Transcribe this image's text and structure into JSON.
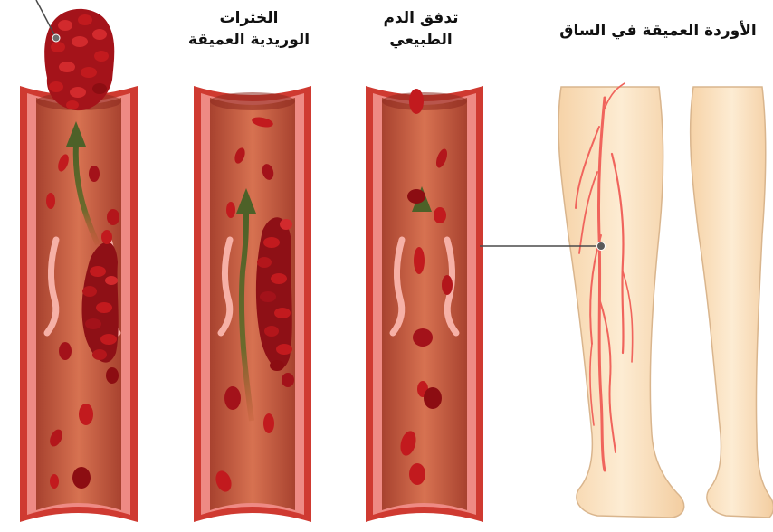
{
  "labels": {
    "dvt": [
      "الخثرات",
      "الوريدية العميقة"
    ],
    "normal_flow": [
      "تدفق الدم",
      "الطبيعي"
    ],
    "leg_veins": "الأوردة العميقة في الساق"
  },
  "colors": {
    "vessel_wall": "#c8312b",
    "vessel_wall_light": "#ea7f7a",
    "lumen": "#b84a34",
    "lumen_light": "#d4704e",
    "blood_cell": "#c21a1e",
    "blood_cell_dark": "#8c0d12",
    "clot": "#a4131a",
    "arrow": "#4d6128",
    "valve": "#f3a9a0",
    "skin": "#fbe3c3",
    "skin_outline": "#d9b58d",
    "leg_vein": "#f0645c",
    "pointer": "#4a4a4a"
  },
  "icons": {
    "embolus": "clot-fragment-icon",
    "flow_arrow": "arrow-up-icon"
  }
}
